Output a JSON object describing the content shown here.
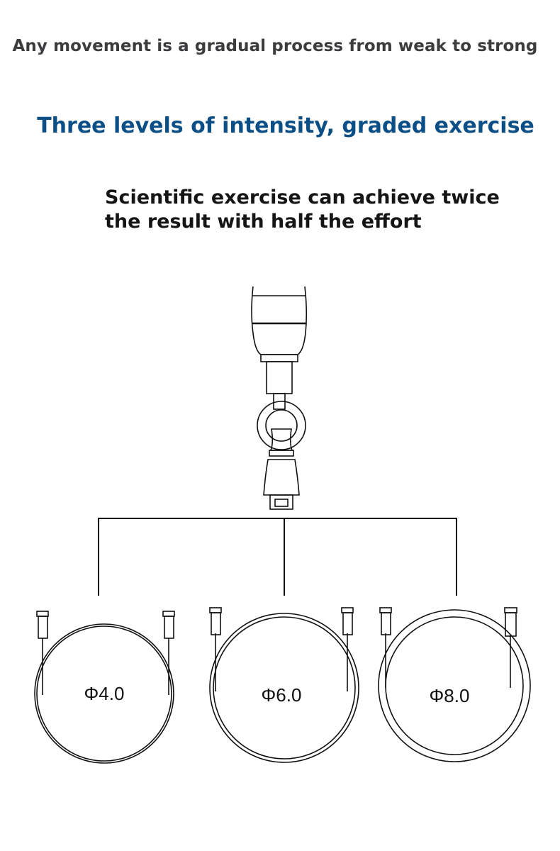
{
  "header": {
    "tagline": "Any movement is a gradual process from weak to strong",
    "title": "Three levels of intensity, graded exercise",
    "subtitle_line1": "Scientific exercise can achieve twice",
    "subtitle_line2": "the result with half the effort"
  },
  "ropes": [
    {
      "label": "Φ4.0"
    },
    {
      "label": "Φ6.0"
    },
    {
      "label": "Φ8.0"
    }
  ]
}
